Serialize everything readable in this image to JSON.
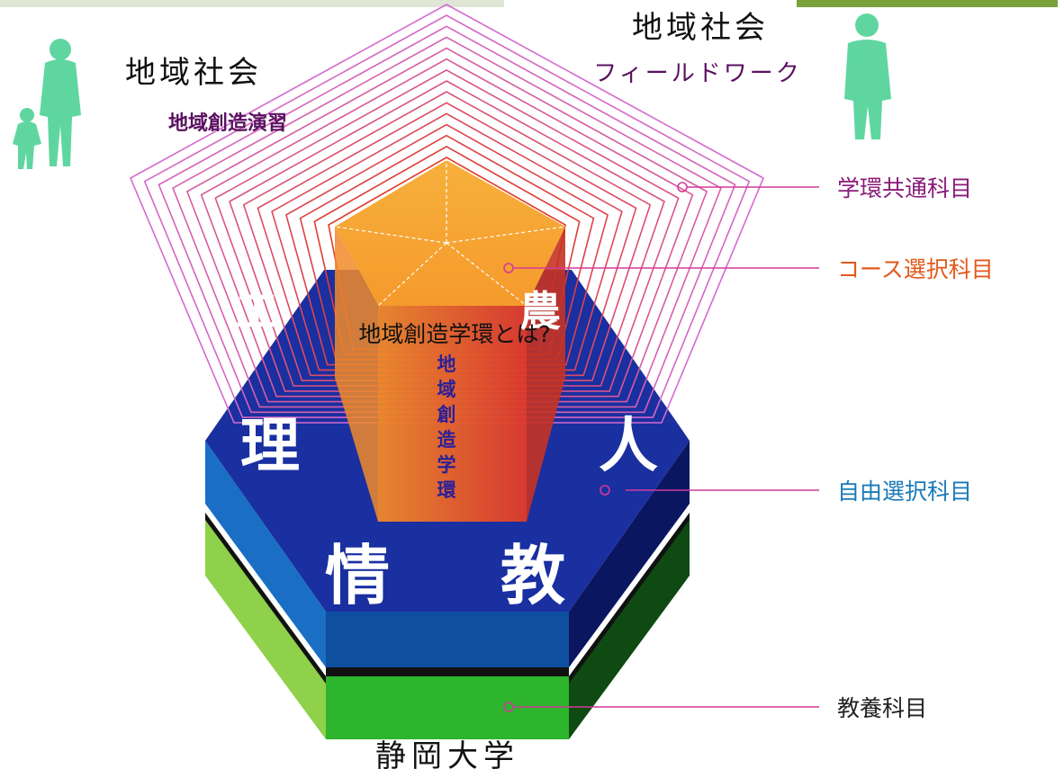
{
  "header": {
    "left_title": "地域社会",
    "left_subtitle": "地域創造演習",
    "right_title": "地域社会",
    "right_subtitle": "フィールドワーク"
  },
  "overlay_title": "地域創造学環とは?",
  "center_vertical": [
    "地",
    "域",
    "創",
    "造",
    "学",
    "環"
  ],
  "hex_faculties": {
    "top_left": "工",
    "top_right": "農",
    "left": "理",
    "right": "人",
    "bottom_left": "情",
    "bottom_right": "教"
  },
  "legend": [
    {
      "label": "学環共通科目",
      "color": "#8a1a7a"
    },
    {
      "label": "コース選択科目",
      "color": "#e2581b"
    },
    {
      "label": "自由選択科目",
      "color": "#1a7ab8"
    },
    {
      "label": "教養科目",
      "color": "#222222"
    }
  ],
  "footer_label": "静岡大学",
  "colors": {
    "figure_green": "#5fd6a0",
    "hex_blue": "#1a2fa0",
    "hex_blue_dark": "#0b1660",
    "hex_side_light": "#1a6fc4",
    "base_green": "#2db52d",
    "base_green_light": "#8fd14a",
    "base_green_dark": "#0e4a12",
    "pentagon_orange": "#f5a332",
    "prism_red": "#e0452a",
    "wireframe_outer": "#d46ad0",
    "wireframe_inner": "#e03a2a",
    "pointer_line": "#d43a9a"
  }
}
